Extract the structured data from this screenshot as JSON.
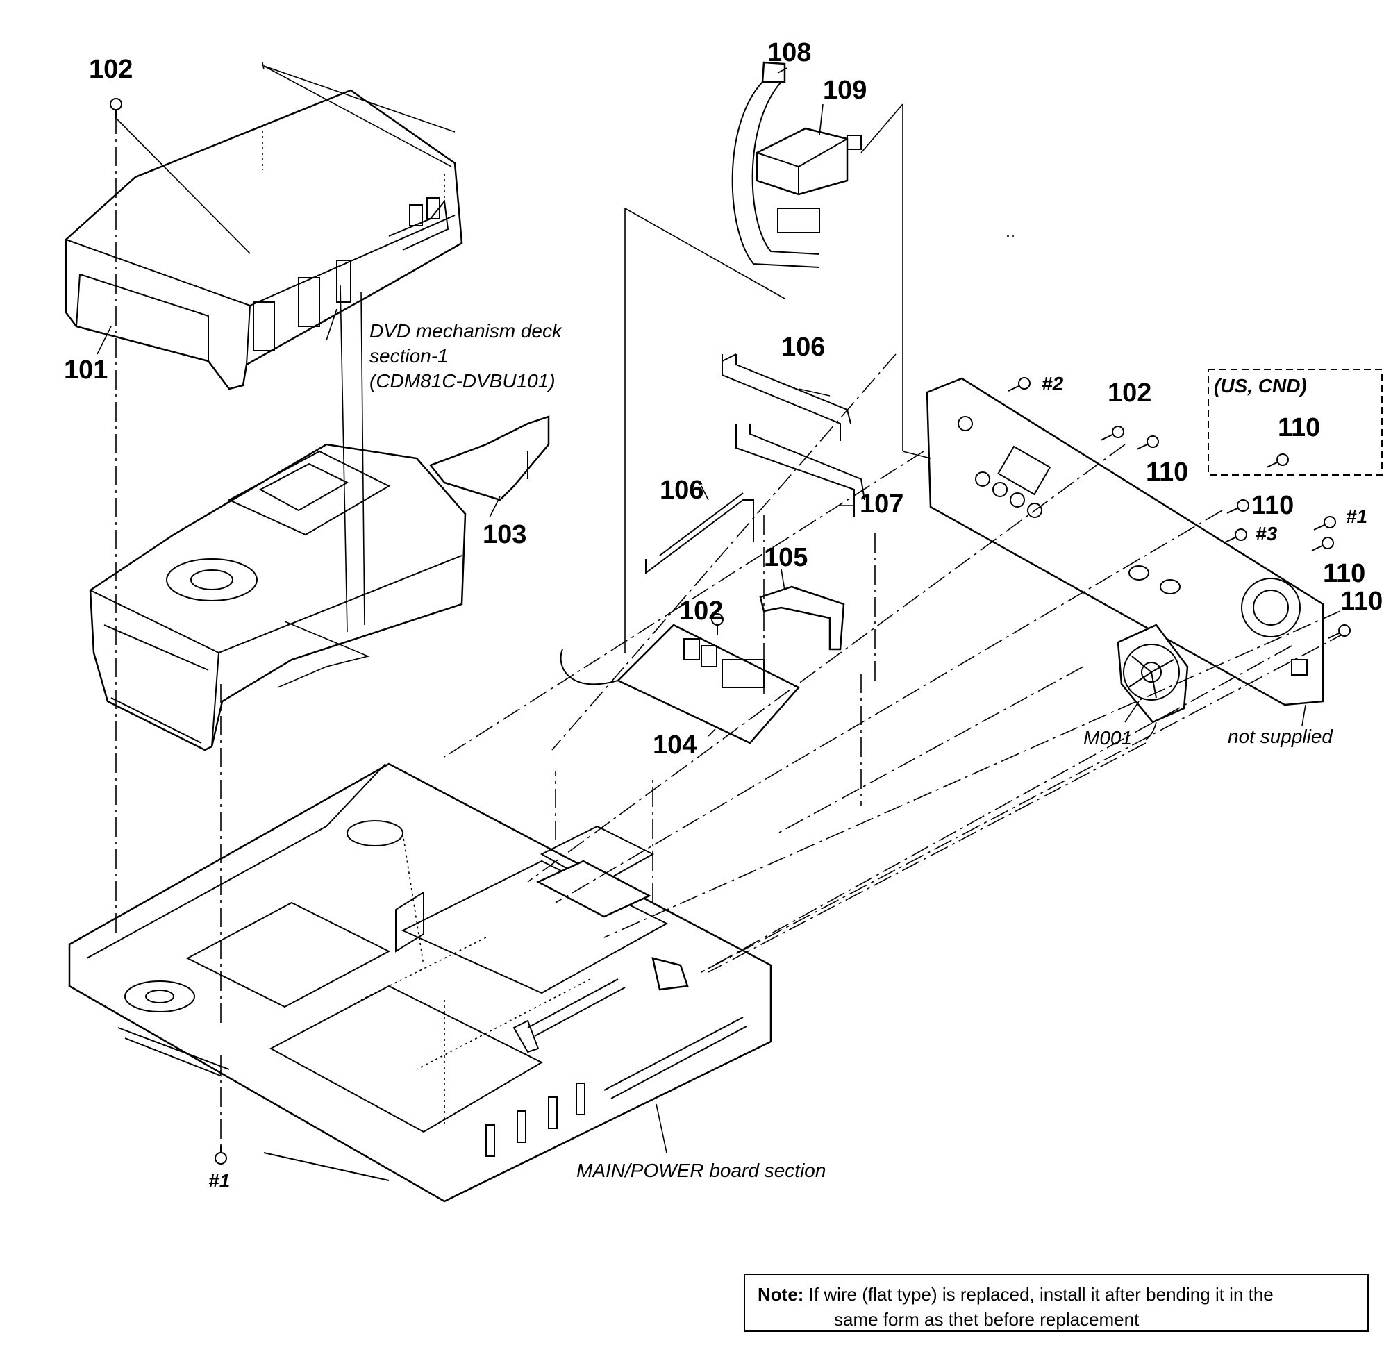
{
  "diagram": {
    "callouts": {
      "p101": "101",
      "p102_top": "102",
      "p102_mid": "102",
      "p102_right": "102",
      "p103": "103",
      "p104": "104",
      "p105": "105",
      "p106_top": "106",
      "p106_mid": "106",
      "p107": "107",
      "p108": "108",
      "p109": "109",
      "p110_a": "110",
      "p110_b": "110",
      "p110_c": "110",
      "p110_d": "110",
      "p110_e": "110",
      "s1_right": "#1",
      "s1_bottom": "#1",
      "s2": "#2",
      "s3": "#3",
      "m001": "M001"
    },
    "labels": {
      "dvd_line1": "DVD mechanism deck",
      "dvd_line2": "section-1",
      "dvd_line3": "(CDM81C-DVBU101)",
      "region": "(US, CND)",
      "not_supplied": "not supplied",
      "main_power": "MAIN/POWER board section"
    }
  },
  "note": {
    "heading": "Note:",
    "line1": "If wire (flat type) is replaced, install it after bending it in the",
    "line2": "same form as thet before replacement"
  }
}
